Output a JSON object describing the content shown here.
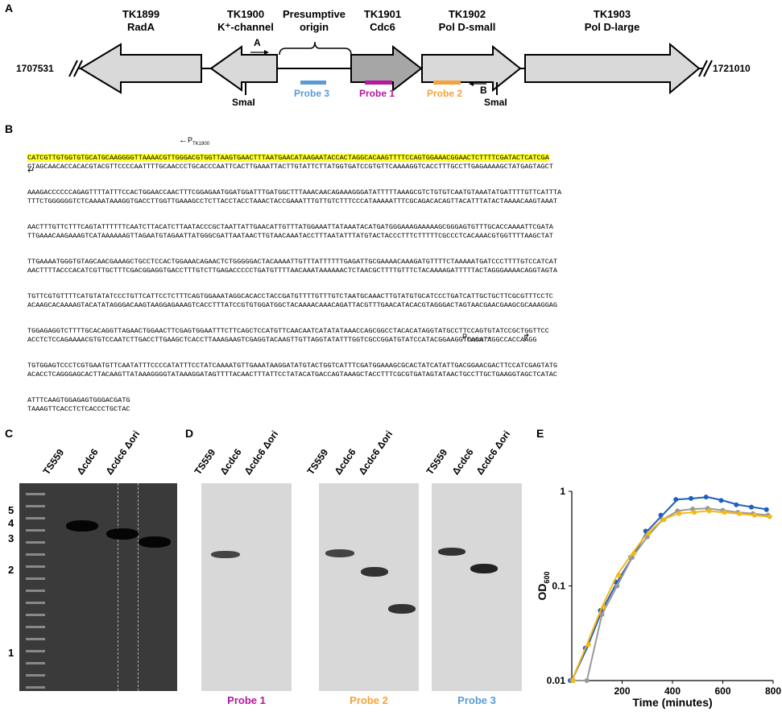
{
  "panels": {
    "A": "A",
    "B": "B",
    "C": "C",
    "D": "D",
    "E": "E"
  },
  "map": {
    "left_coord": "1707531",
    "right_coord": "1721010",
    "genes": [
      {
        "id": "TK1899",
        "name": "RadA"
      },
      {
        "id": "TK1900",
        "name": "K⁺-channel"
      },
      {
        "id": "Presumptive",
        "name": "origin"
      },
      {
        "id": "TK1901",
        "name": "Cdc6"
      },
      {
        "id": "TK1902",
        "name": "Pol D-small"
      },
      {
        "id": "TK1903",
        "name": "Pol D-large"
      }
    ],
    "probes": [
      {
        "label": "Probe 3",
        "color": "#5b9bd5"
      },
      {
        "label": "Probe 1",
        "color": "#b5179e"
      },
      {
        "label": "Probe 2",
        "color": "#f4a23a"
      }
    ],
    "smal": "SmaI",
    "primer_a": "A",
    "primer_b": "B"
  },
  "sequence": {
    "p1900": "P",
    "p1900_sub": "TK1900",
    "p1901": "P",
    "p1901_sub": "TK1901",
    "rows": [
      [
        "CATCGTTGTGGTGTGCATGCAAGGGGTTAAAACGTTGGGACGTGGTTAAGTGAACTTTAATGAACATAAGAATACCACTAGGCACAAGTTTTCCAGTGGAAACGGAACTCTTTTCGATACTCATCGA",
        "GTAGCAACACCACACGTACGTTCCCCAATTTTGCAACCCTGCACCCAATTCACTTGAAATTACTTGTATTCTTATGGTGATCCGTGTTCAAAAGGTCACCTTTGCCTTGAGAAAAGCTATGAGTAGCT"
      ],
      [
        "AAAGACCCCCCAGAGTTTTATTTCCACTGGAACCAACTTTCGGAGAATGGATGGATTTGATGGCTTTAAACAACAGAAAGGGATATTTTTAAAGCGTCTGTGTCAATGTAAATATGATTTTGTTCATTTA",
        "TTTCTGGGGGGTCTCAAAATAAAGGTGACCTTGGTTGAAAGCCTCTTACCTACCTAAACTACCGAAATTTGTTGTCTTTCCCATAAAAATTTCGCAGACACAGTTACATTTATACTAAAACAAGTAAAT"
      ],
      [
        "AACTTTGTTCTTTCAGTATTTTTTCAATCTTACATCTTAATACCCGCTAATTATTGAACATTGTTTATGGAAATTATAAATACATGATGGGAAAGAAAAAGCGGGAGTGTTTGCACCAAAATTCGATA",
        "TTGAAACAAGAAAGTCATAAAAAAGTTAGAATGTAGAATTATGGGCGATTAATAACTTGTAACAAATACCTTTAATATTTATGTACTACCCTTTCTTTTTCGCCCTCACAAACGTGGTTTTAAGCTAT"
      ],
      [
        "TTGAAAATGGGTGTAGCAACGAAAGCTGCCTCCACTGGAAACAGAACTCTGGGGGACTACAAAATTGTTTATTTTTTGAGATTGCGAAAACAAAGATGTTTTCTAAAAATGATCCCTTTTGTCCATCAT",
        "AACTTTTACCCACATCGTTGCTTTCGACGGAGGTGACCTTTGTCTTGAGACCCCCTGATGTTTTAACAAATAAAAAACTCTAACGCTTTTGTTTCTACAAAAGATTTTTACTAGGGAAAACAGGTAGTA"
      ],
      [
        "TGTTCGTGTTTTCATGTATATCCCTGTTCATTCCTCTTTCAGTGGAAATAGGCACACCTACCGATGTTTTGTTTGTCTAATGCAAACTTGTATGTGCATCCCTGATCATTGCTGCTTCGCGTTTCCTC",
        "ACAAGCACAAAAGTACATATAGGGACAAGTAAGGAGAAAGTCACCTTTATCCGTGTGGATGGCTACAAAACAAACAGATTACGTTTGAACATACACGTAGGGACTAGTAACGAACGAAGCGCAAAGGAG"
      ],
      [
        "TGGAGAGGTCTTTTGCACAGGTTAGAACTGGAACTTCGAGTGGAATTTCTTCAGCTCCATGTTCAACAATCATATATAAACCAGCGGCCTACACATAGGTATGCCTTCCAGTGTATCCGCTGGTTCC",
        "ACCTCTCCAGAAAACGTGTCCAATCTTGACCTTGAAGCTCACCTTAAAGAAGTCGAGGTACAAGTTGTTAGGTATATTTGGTCGCCGGATGTATCCATACGGAAGGTCACATAGGCCACCAAGG"
      ],
      [
        "TGTGGAGTCCCTCGTGAATGTTCAATATTTCCCCATATTTCCTATCAAAATGTTGAAATAAGGATATGTACTGGTCATTTCGATGGAAAGCGCACTATCATATTGACGGAACGACTTCCATCGAGTATG",
        "ACACCTCAGGGAGCACTTACAAGTTATAAAGGGGTATAAAGGATAGTTTTACAACTTTATTCCTATACATGACCAGTAAAGCTACCTTTCGCGTGATAGTATAACTGCCTTGCTGAAGGTAGCTCATAC"
      ],
      [
        "ATTTCAAGTGGAGAGTGGGACGATG",
        "TAAAGTTCACCTCTCACCCTGCTAC"
      ]
    ]
  },
  "gel": {
    "lanes": [
      "TS559",
      "Δcdc6",
      "Δcdc6 Δori"
    ],
    "sizes": [
      "5",
      "4",
      "3",
      "2",
      "1"
    ]
  },
  "blots": [
    {
      "label": "Probe 1",
      "color": "#b5179e"
    },
    {
      "label": "Probe 2",
      "color": "#f4a23a"
    },
    {
      "label": "Probe 3",
      "color": "#5b9bd5"
    }
  ],
  "chart_data": {
    "type": "line",
    "xlabel": "Time (minutes)",
    "ylabel": "OD600",
    "ylabel_main": "OD",
    "ylabel_sub": "600",
    "xlim": [
      0,
      800
    ],
    "ylim": [
      0.01,
      1
    ],
    "yscale": "log",
    "xticks": [
      "200",
      "400",
      "600",
      "800"
    ],
    "yticks": [
      "0.01",
      "0.1",
      "1"
    ],
    "series": [
      {
        "color": "#1f5fbf",
        "x": [
          0,
          60,
          120,
          180,
          240,
          300,
          360,
          420,
          480,
          540,
          600,
          660,
          720,
          780
        ],
        "points": [
          0.01,
          0.022,
          0.055,
          0.11,
          0.2,
          0.38,
          0.56,
          0.82,
          0.84,
          0.87,
          0.8,
          0.72,
          0.68,
          0.64
        ]
      },
      {
        "color": "#999999",
        "x": [
          0,
          60,
          120,
          180,
          240,
          300,
          360,
          420,
          480,
          540,
          600,
          660,
          720,
          780
        ],
        "points": [
          0.01,
          0.01,
          0.05,
          0.1,
          0.2,
          0.33,
          0.5,
          0.62,
          0.65,
          0.66,
          0.63,
          0.6,
          0.58,
          0.56
        ]
      },
      {
        "color": "#f5b915",
        "x": [
          0,
          60,
          120,
          180,
          240,
          300,
          360,
          420,
          480,
          540,
          600,
          660,
          720,
          780
        ],
        "points": [
          0.01,
          0.024,
          0.06,
          0.13,
          0.22,
          0.36,
          0.5,
          0.58,
          0.6,
          0.62,
          0.6,
          0.58,
          0.56,
          0.54
        ]
      }
    ]
  }
}
